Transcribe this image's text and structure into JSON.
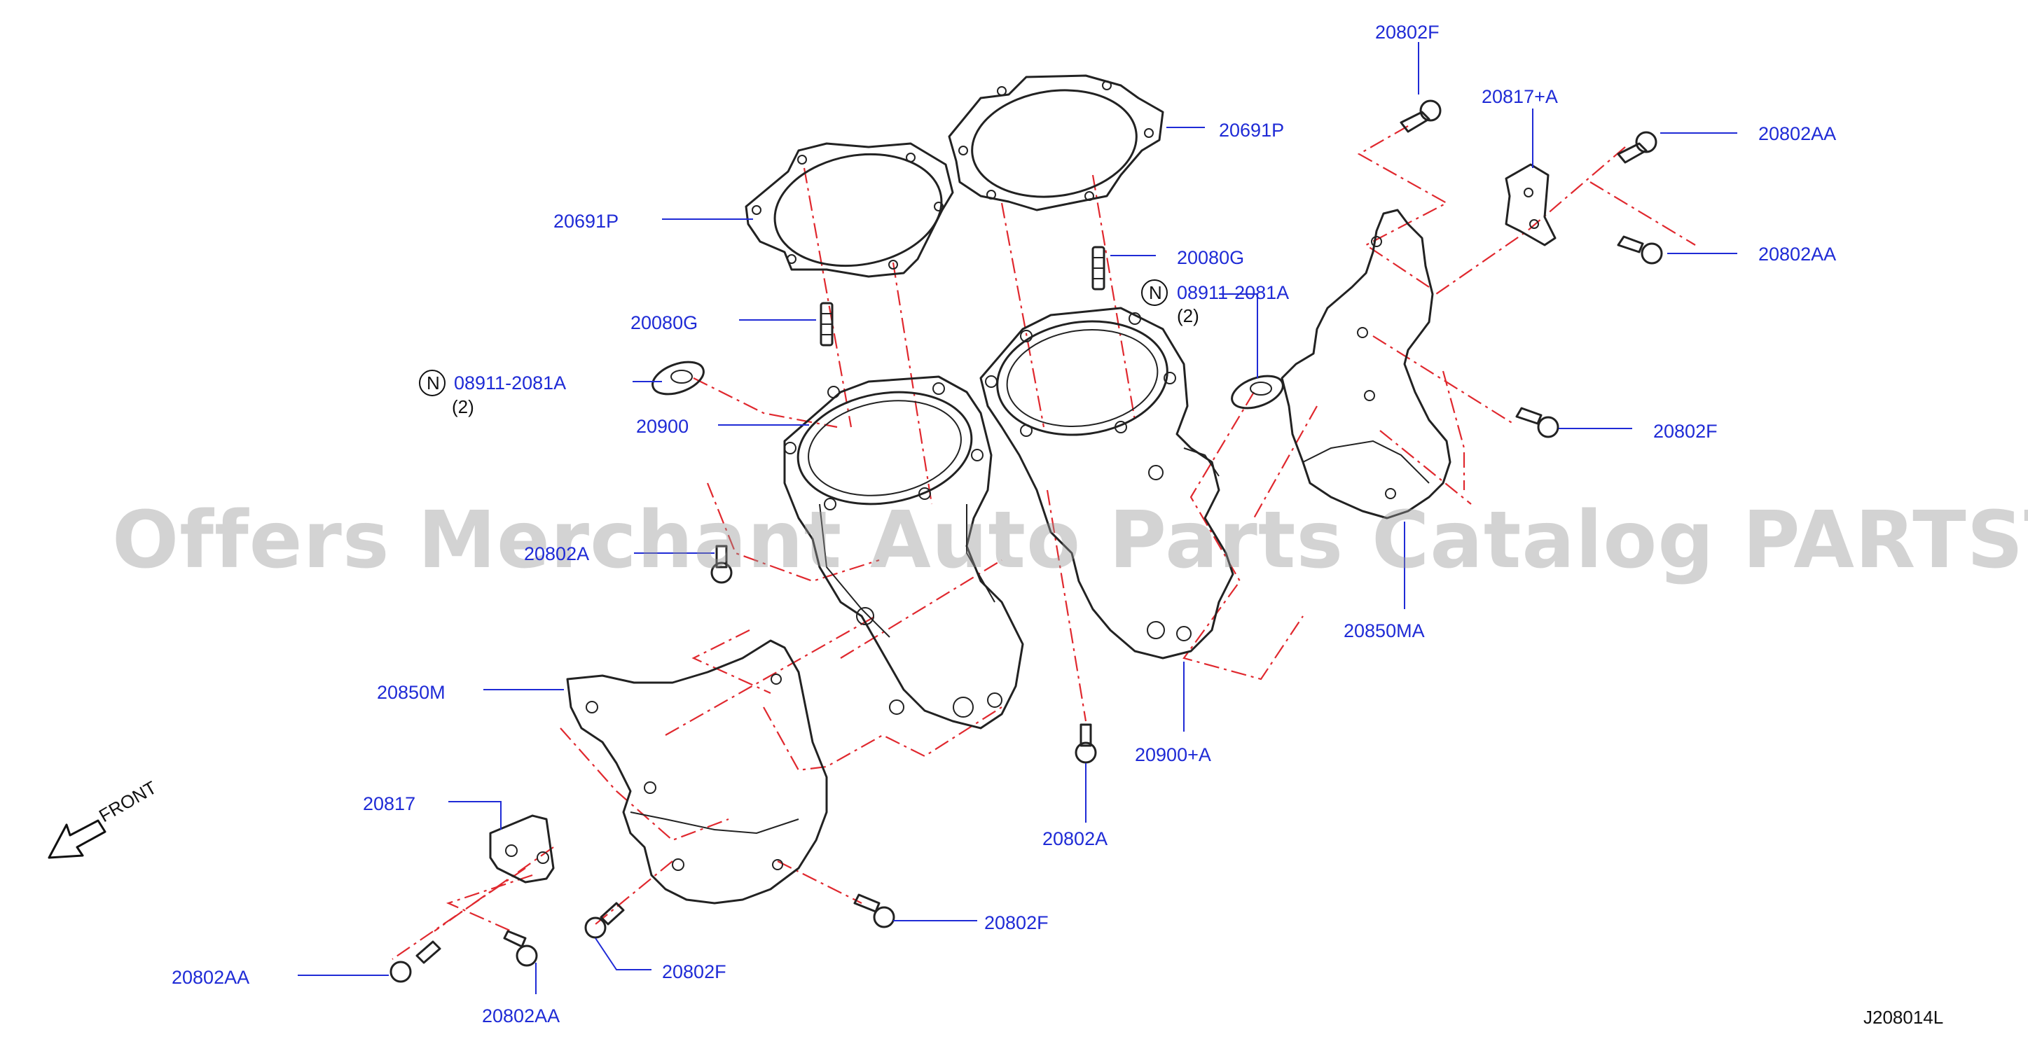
{
  "diagram_code": "J208014L",
  "watermark": "Offers Merchant Auto Parts Catalog PARTSTORE.SA",
  "front_label": "FRONT",
  "labels": {
    "l_20802F_top": "20802F",
    "l_20817A": "20817+A",
    "l_20802AA_r1": "20802AA",
    "l_20802AA_r2": "20802AA",
    "l_20691P_right": "20691P",
    "l_20691P_left": "20691P",
    "l_20080G_right": "20080G",
    "l_20080G_left": "20080G",
    "l_08911_right": "08911-2081A",
    "l_08911_left": "08911-2081A",
    "l_20900": "20900",
    "l_20802F_right": "20802F",
    "l_20802A_upper": "20802A",
    "l_20850MA": "20850MA",
    "l_20850M": "20850M",
    "l_20900A": "20900+A",
    "l_20817": "20817",
    "l_20802A_lower": "20802A",
    "l_20802F_bottom": "20802F",
    "l_20802F_lower_left": "20802F",
    "l_20802AA_bl": "20802AA",
    "l_20802AA_bottom": "20802AA"
  },
  "qty": {
    "right": "(2)",
    "left": "(2)"
  },
  "marker": {
    "right": "N",
    "left": "N"
  },
  "colors": {
    "label": "#1f2bd6",
    "phantom_line": "#e0282e",
    "line_art": "#222222"
  }
}
